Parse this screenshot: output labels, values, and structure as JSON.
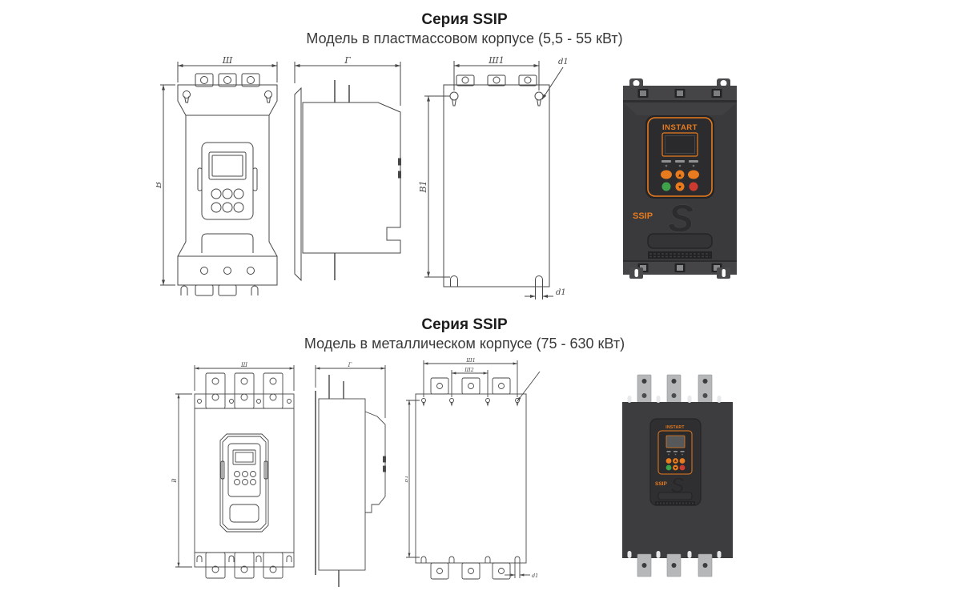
{
  "sections": {
    "plastic": {
      "title": "Серия SSIP",
      "subtitle": "Модель в пластмассовом корпусе (5,5 - 55 кВт)"
    },
    "metal": {
      "title": "Серия SSIP",
      "subtitle": "Модель в металлическом корпусе (75 - 630 кВт)"
    }
  },
  "dimensions": {
    "width": "Ш",
    "depth": "Г",
    "height": "В",
    "mount_width": "Ш1",
    "mount_width2": "Ш2",
    "mount_height": "В1",
    "hole_dia": "d1"
  },
  "device": {
    "brand": "INSTART",
    "series": "SSIP",
    "logo_letter": "S",
    "keypad": {
      "up": "▲",
      "down": "▼"
    }
  },
  "colors": {
    "accent_orange": "#e87b1e",
    "button_green": "#3ea24b",
    "button_red": "#cf3a30",
    "case_dark": "#3a3a3c",
    "metal_silver": "#b5b7b9",
    "drawing_line": "#474747"
  }
}
